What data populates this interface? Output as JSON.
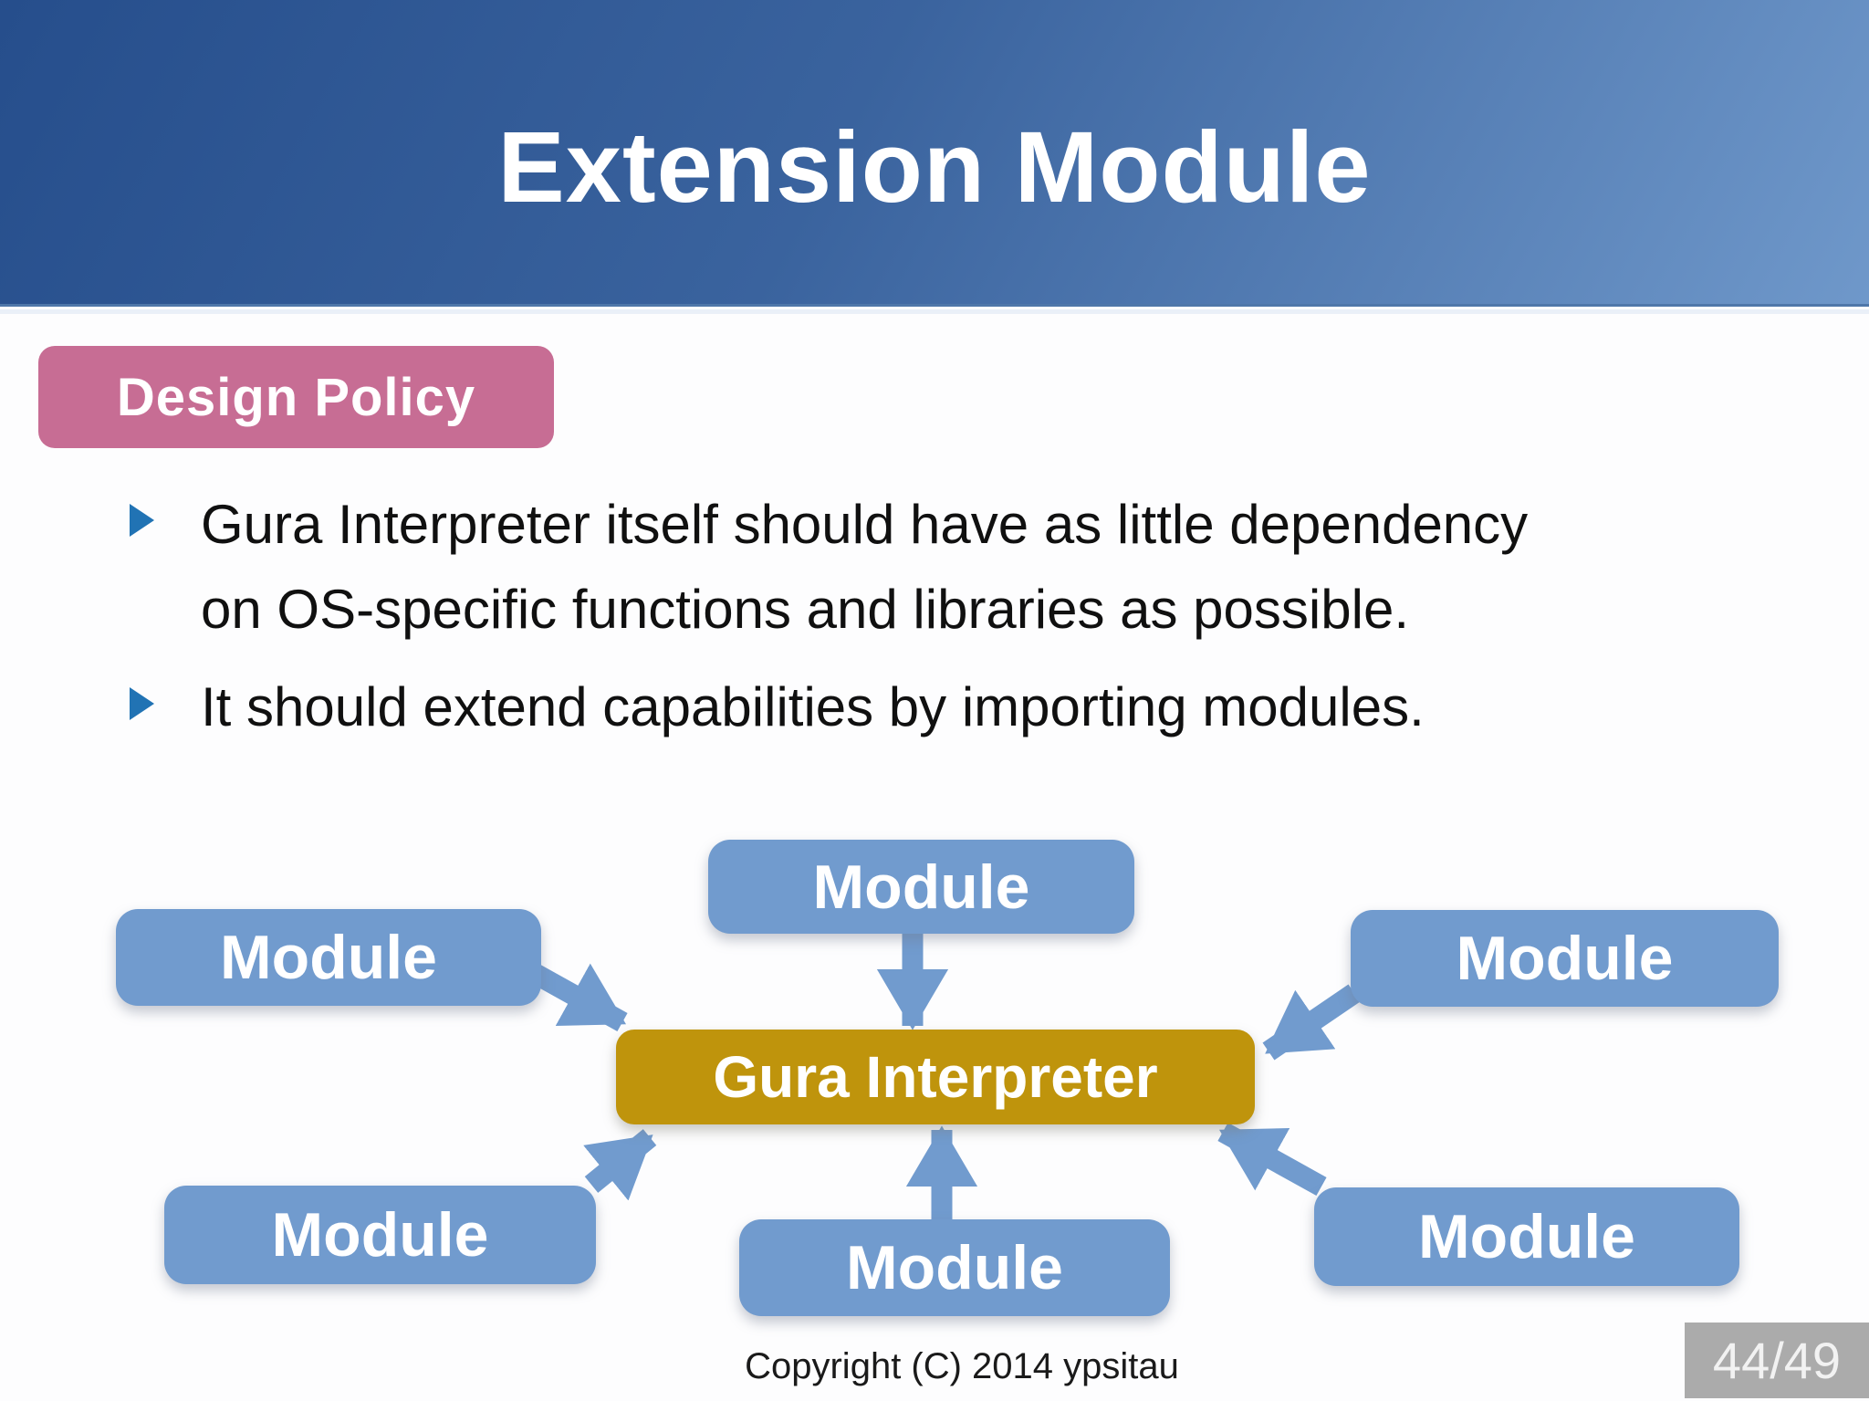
{
  "slide": {
    "title": "Extension Module"
  },
  "section_badge": {
    "label": "Design Policy",
    "background": "#c76d94"
  },
  "bullets": [
    {
      "lines": [
        "Gura Interpreter itself should have as little dependency",
        "on OS-specific functions and libraries as possible."
      ]
    },
    {
      "lines": [
        "It should extend capabilities by importing modules."
      ]
    }
  ],
  "diagram": {
    "center_node": {
      "label": "Gura Interpreter",
      "color": "#bf940c"
    },
    "modules": [
      {
        "position": "top",
        "label": "Module"
      },
      {
        "position": "left",
        "label": "Module"
      },
      {
        "position": "right",
        "label": "Module"
      },
      {
        "position": "bottom-left",
        "label": "Module"
      },
      {
        "position": "bottom-center",
        "label": "Module"
      },
      {
        "position": "bottom-right",
        "label": "Module"
      }
    ],
    "module_color": "#719bce",
    "arrow_color": "#719bce"
  },
  "footer": {
    "copyright": "Copyright (C) 2014 ypsitau",
    "page_indicator": "44/49"
  },
  "theme": {
    "header_gradient_start": "#264e8c",
    "header_gradient_end": "#6f98ca",
    "bullet_marker_color": "#2173b4",
    "body_background": "#fdfdfe"
  }
}
